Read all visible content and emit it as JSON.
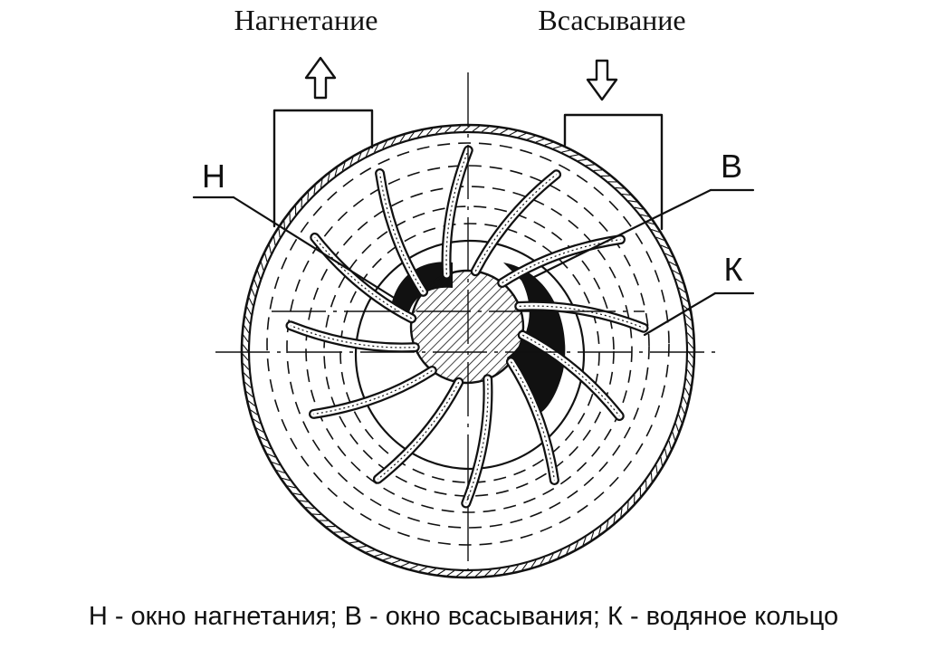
{
  "labels": {
    "discharge": "Нагнетание",
    "suction": "Всасывание",
    "port_discharge": "Н",
    "port_suction": "В",
    "water_ring": "К"
  },
  "caption": "Н - окно нагнетания; В - окно всасывания; К - водяное кольцо",
  "colors": {
    "ink": "#111111",
    "background": "#ffffff"
  }
}
